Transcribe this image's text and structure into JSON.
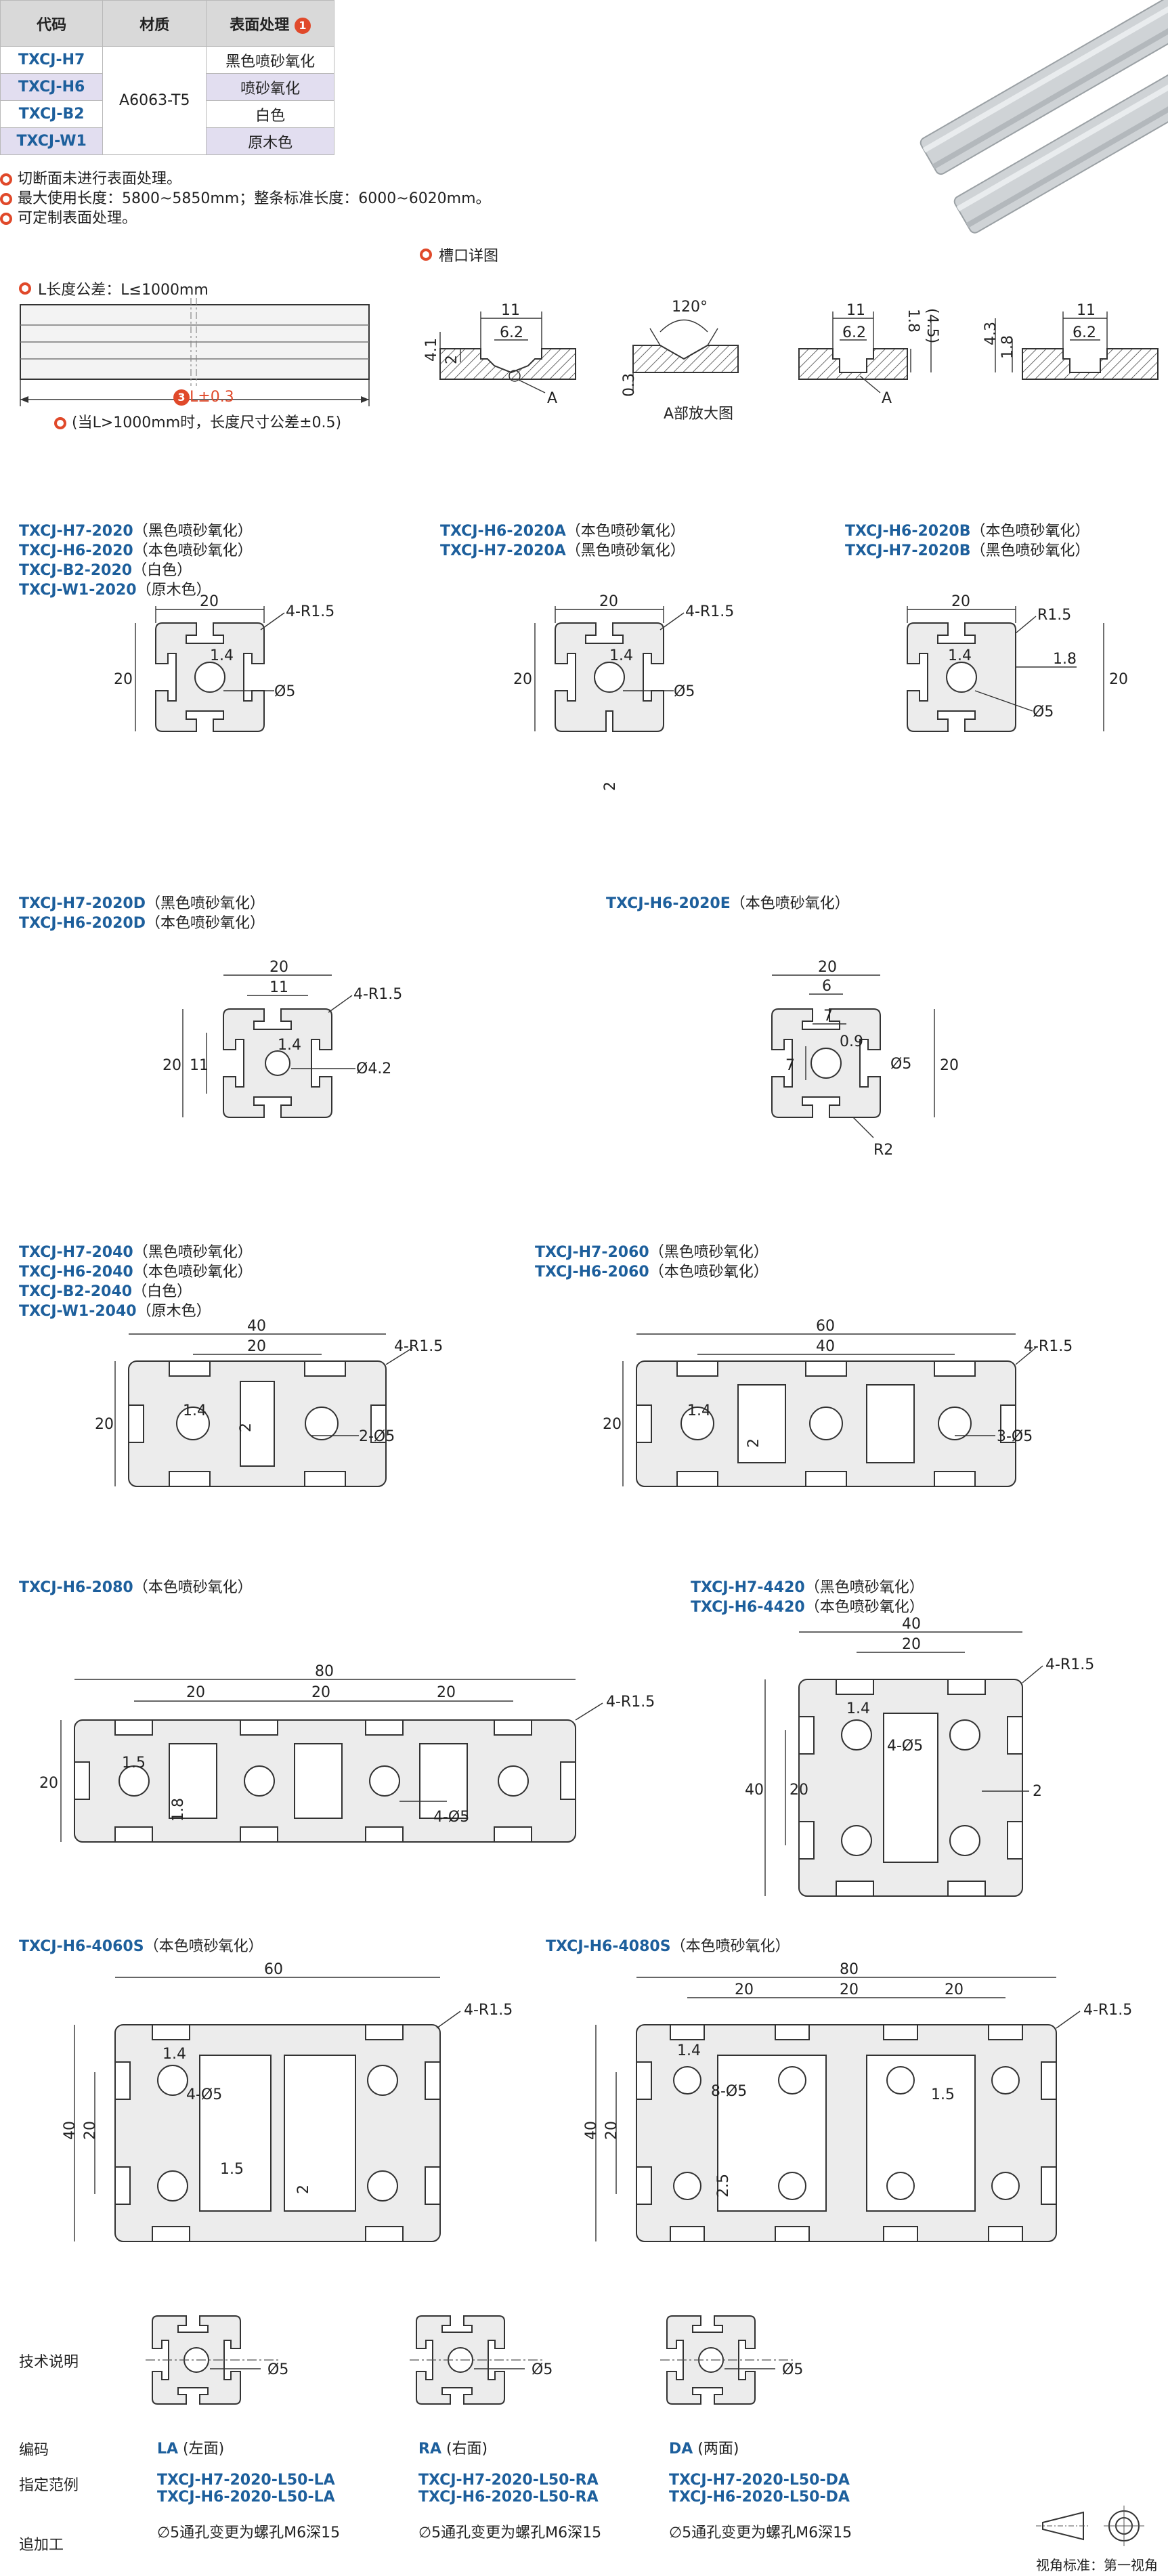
{
  "table": {
    "headers": [
      "代码",
      "材质",
      "表面处理"
    ],
    "header_badge": "1",
    "rows": [
      {
        "code": "TXCJ-H7",
        "surface": "黑色喷砂氧化"
      },
      {
        "code": "TXCJ-H6",
        "surface": "喷砂氧化"
      },
      {
        "code": "TXCJ-B2",
        "surface": "白色"
      },
      {
        "code": "TXCJ-W1",
        "surface": "原木色"
      }
    ],
    "material": "A6063-T5"
  },
  "notes": [
    "切断面未进行表面处理。",
    "最大使用长度：5800~5850mm；整条标准长度：6000~6020mm。",
    "可定制表面处理。"
  ],
  "length": {
    "title": "L长度公差：L≤1000mm",
    "badge": "3",
    "tol": "L±0.3",
    "note": "(当L>1000mm时，长度尺寸公差±0.5)"
  },
  "slot": {
    "title": "槽口详图",
    "a_label": "A",
    "angle": "120°",
    "a_detail": "A部放大图",
    "dims": {
      "d11": "11",
      "d62": "6.2",
      "d41": "4.1",
      "d2": "2",
      "d03": "0.3",
      "d18": "1.8",
      "d45": "(4.5)",
      "d43": "4.3"
    }
  },
  "profiles": {
    "p2020": {
      "lines": [
        {
          "code": "TXCJ-H7-2020",
          "desc": "（黑色喷砂氧化）"
        },
        {
          "code": "TXCJ-H6-2020",
          "desc": "（本色喷砂氧化）"
        },
        {
          "code": "TXCJ-B2-2020",
          "desc": "（白色）"
        },
        {
          "code": "TXCJ-W1-2020",
          "desc": "（原木色）"
        }
      ],
      "dims": {
        "w": "20",
        "h": "20",
        "r": "4-R1.5",
        "c": "1.4",
        "d": "Ø5"
      }
    },
    "p2020A": {
      "lines": [
        {
          "code": "TXCJ-H6-2020A",
          "desc": "（本色喷砂氧化）"
        },
        {
          "code": "TXCJ-H7-2020A",
          "desc": "（黑色喷砂氧化）"
        }
      ],
      "dims": {
        "w": "20",
        "h": "20",
        "r": "4-R1.5",
        "c": "1.4",
        "d": "Ø5",
        "t": "2"
      }
    },
    "p2020B": {
      "lines": [
        {
          "code": "TXCJ-H6-2020B",
          "desc": "（本色喷砂氧化）"
        },
        {
          "code": "TXCJ-H7-2020B",
          "desc": "（黑色喷砂氧化）"
        }
      ],
      "dims": {
        "w": "20",
        "h": "20",
        "r": "R1.5",
        "c": "1.4",
        "s": "1.8",
        "d": "Ø5"
      }
    },
    "p2020D": {
      "lines": [
        {
          "code": "TXCJ-H7-2020D",
          "desc": "（黑色喷砂氧化）"
        },
        {
          "code": "TXCJ-H6-2020D",
          "desc": "（本色喷砂氧化）"
        }
      ],
      "dims": {
        "w": "20",
        "w2": "11",
        "h": "20",
        "h2": "11",
        "r": "4-R1.5",
        "c": "1.4",
        "d": "Ø4.2"
      }
    },
    "p2020E": {
      "lines": [
        {
          "code": "TXCJ-H6-2020E",
          "desc": "（本色喷砂氧化）"
        }
      ],
      "dims": {
        "w": "20",
        "w2": "6",
        "w3": "7",
        "h": "20",
        "h2": "7",
        "c": "0.9",
        "d": "Ø5",
        "r": "R2"
      }
    },
    "p2040": {
      "lines": [
        {
          "code": "TXCJ-H7-2040",
          "desc": "（黑色喷砂氧化）"
        },
        {
          "code": "TXCJ-H6-2040",
          "desc": "（本色喷砂氧化）"
        },
        {
          "code": "TXCJ-B2-2040",
          "desc": "（白色）"
        },
        {
          "code": "TXCJ-W1-2040",
          "desc": "（原木色）"
        }
      ],
      "dims": {
        "w": "40",
        "p": "20",
        "h": "20",
        "r": "4-R1.5",
        "c": "1.4",
        "t": "2",
        "d": "2-Ø5"
      }
    },
    "p2060": {
      "lines": [
        {
          "code": "TXCJ-H7-2060",
          "desc": "（黑色喷砂氧化）"
        },
        {
          "code": "TXCJ-H6-2060",
          "desc": "（本色喷砂氧化）"
        }
      ],
      "dims": {
        "w": "60",
        "p": "40",
        "h": "20",
        "r": "4-R1.5",
        "c": "1.4",
        "t": "2",
        "d": "3-Ø5"
      }
    },
    "p2080": {
      "lines": [
        {
          "code": "TXCJ-H6-2080",
          "desc": "（本色喷砂氧化）"
        }
      ],
      "dims": {
        "w": "80",
        "p": "20",
        "h": "20",
        "r": "4-R1.5",
        "c": "1.5",
        "t": "1.8",
        "d": "4-Ø5"
      }
    },
    "p4420": {
      "lines": [
        {
          "code": "TXCJ-H7-4420",
          "desc": "（黑色喷砂氧化）"
        },
        {
          "code": "TXCJ-H6-4420",
          "desc": "（本色喷砂氧化）"
        }
      ],
      "dims": {
        "w": "40",
        "p": "20",
        "h": "40",
        "r": "4-R1.5",
        "c": "1.4",
        "t": "2",
        "d": "4-Ø5"
      }
    },
    "p4060S": {
      "lines": [
        {
          "code": "TXCJ-H6-4060S",
          "desc": "（本色喷砂氧化）"
        }
      ],
      "dims": {
        "w": "60",
        "h": "40",
        "h2": "20",
        "r": "4-R1.5",
        "c": "1.4",
        "t": "1.5",
        "t2": "2",
        "d": "4-Ø5"
      }
    },
    "p4080S": {
      "lines": [
        {
          "code": "TXCJ-H6-4080S",
          "desc": "（本色喷砂氧化）"
        }
      ],
      "dims": {
        "w": "80",
        "p": "20",
        "h": "40",
        "h2": "20",
        "r": "4-R1.5",
        "c": "1.4",
        "t": "1.5",
        "t2": "2.5",
        "d": "8-Ø5"
      }
    }
  },
  "tech": {
    "label_tech": "技术说明",
    "label_code": "编码",
    "label_example": "指定范例",
    "label_add": "追加工",
    "d": "Ø5",
    "items": [
      {
        "code": "LA",
        "side": "(左面)",
        "ex1": "TXCJ-H7-2020-L50-LA",
        "ex2": "TXCJ-H6-2020-L50-LA",
        "add": "∅5通孔变更为螺孔M6深15"
      },
      {
        "code": "RA",
        "side": "(右面)",
        "ex1": "TXCJ-H7-2020-L50-RA",
        "ex2": "TXCJ-H6-2020-L50-RA",
        "add": "∅5通孔变更为螺孔M6深15"
      },
      {
        "code": "DA",
        "side": "(两面)",
        "ex1": "TXCJ-H7-2020-L50-DA",
        "ex2": "TXCJ-H6-2020-L50-DA",
        "add": "∅5通孔变更为螺孔M6深15"
      }
    ],
    "view_std": "视角标准：第一视角"
  },
  "colors": {
    "accent": "#e0492a",
    "code_blue": "#1d5f9c",
    "lavender": "#e2def0"
  }
}
